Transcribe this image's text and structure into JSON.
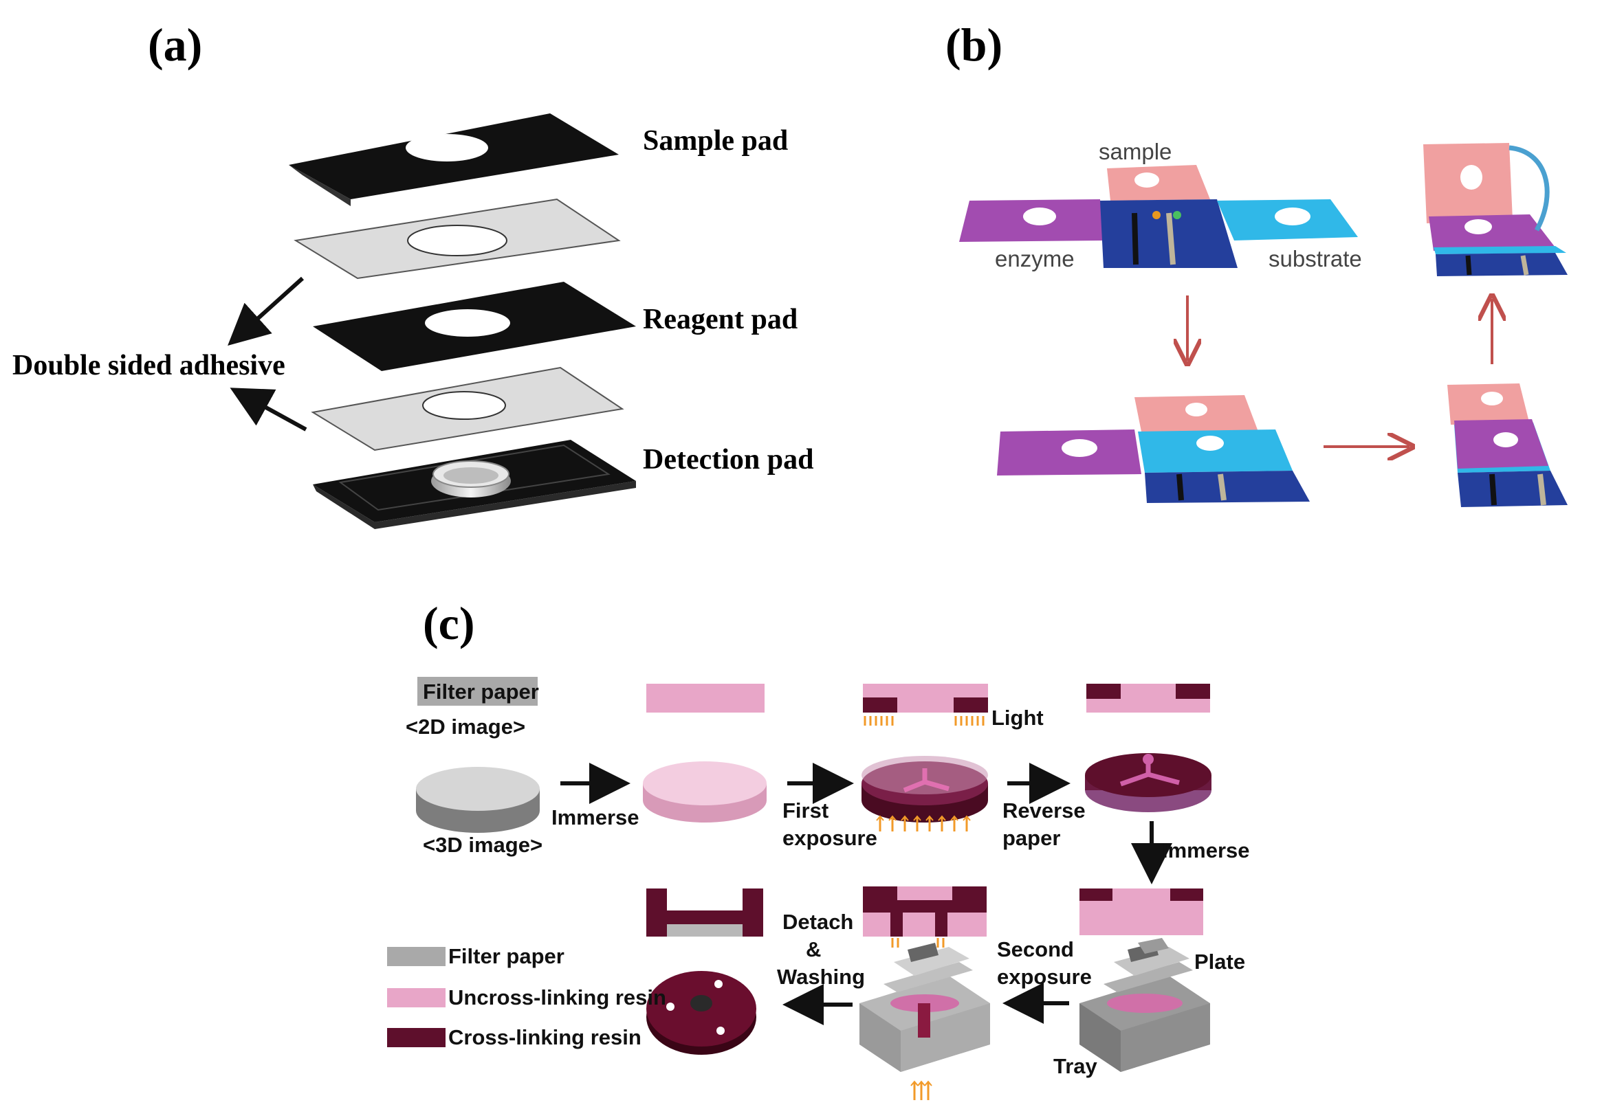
{
  "panels": {
    "a": {
      "label": "(a)",
      "layers": {
        "sample_pad": "Sample pad",
        "reagent_pad": "Reagent pad",
        "detection_pad": "Detection pad",
        "adhesive": "Double sided adhesive"
      }
    },
    "b": {
      "label": "(b)",
      "sample": "sample",
      "enzyme": "enzyme",
      "substrate": "substrate"
    },
    "c": {
      "label": "(c)",
      "filter_paper_title": "Filter paper",
      "image_2d": "<2D image>",
      "image_3d": "<3D image>",
      "light": "Light",
      "immerse_1": "Immerse",
      "first": "First",
      "exposure_1": "exposure",
      "reverse": "Reverse",
      "paper": "paper",
      "immerse_2": "Immerse",
      "detach": "Detach",
      "amp": "&",
      "washing": "Washing",
      "second": "Second",
      "exposure_2": "exposure",
      "plate": "Plate",
      "tray": "Tray",
      "legend": {
        "filter_paper": "Filter paper",
        "uncross": "Uncross-linking resin",
        "cross": "Cross-linking resin"
      }
    }
  },
  "colors": {
    "black": "#111111",
    "adhesive_gray": "#dcdcdc",
    "pink_sample": "#f0a0a0",
    "purple_enzyme": "#a24cb0",
    "cyan_substrate": "#30b8e8",
    "navy_electrode": "#243f9c",
    "arrow_red": "#c0504d",
    "resin_light": "#e8a6c8",
    "resin_dark": "#5e0f2c",
    "filter_gray": "#a9a9a9",
    "uv_orange": "#f29a28"
  }
}
